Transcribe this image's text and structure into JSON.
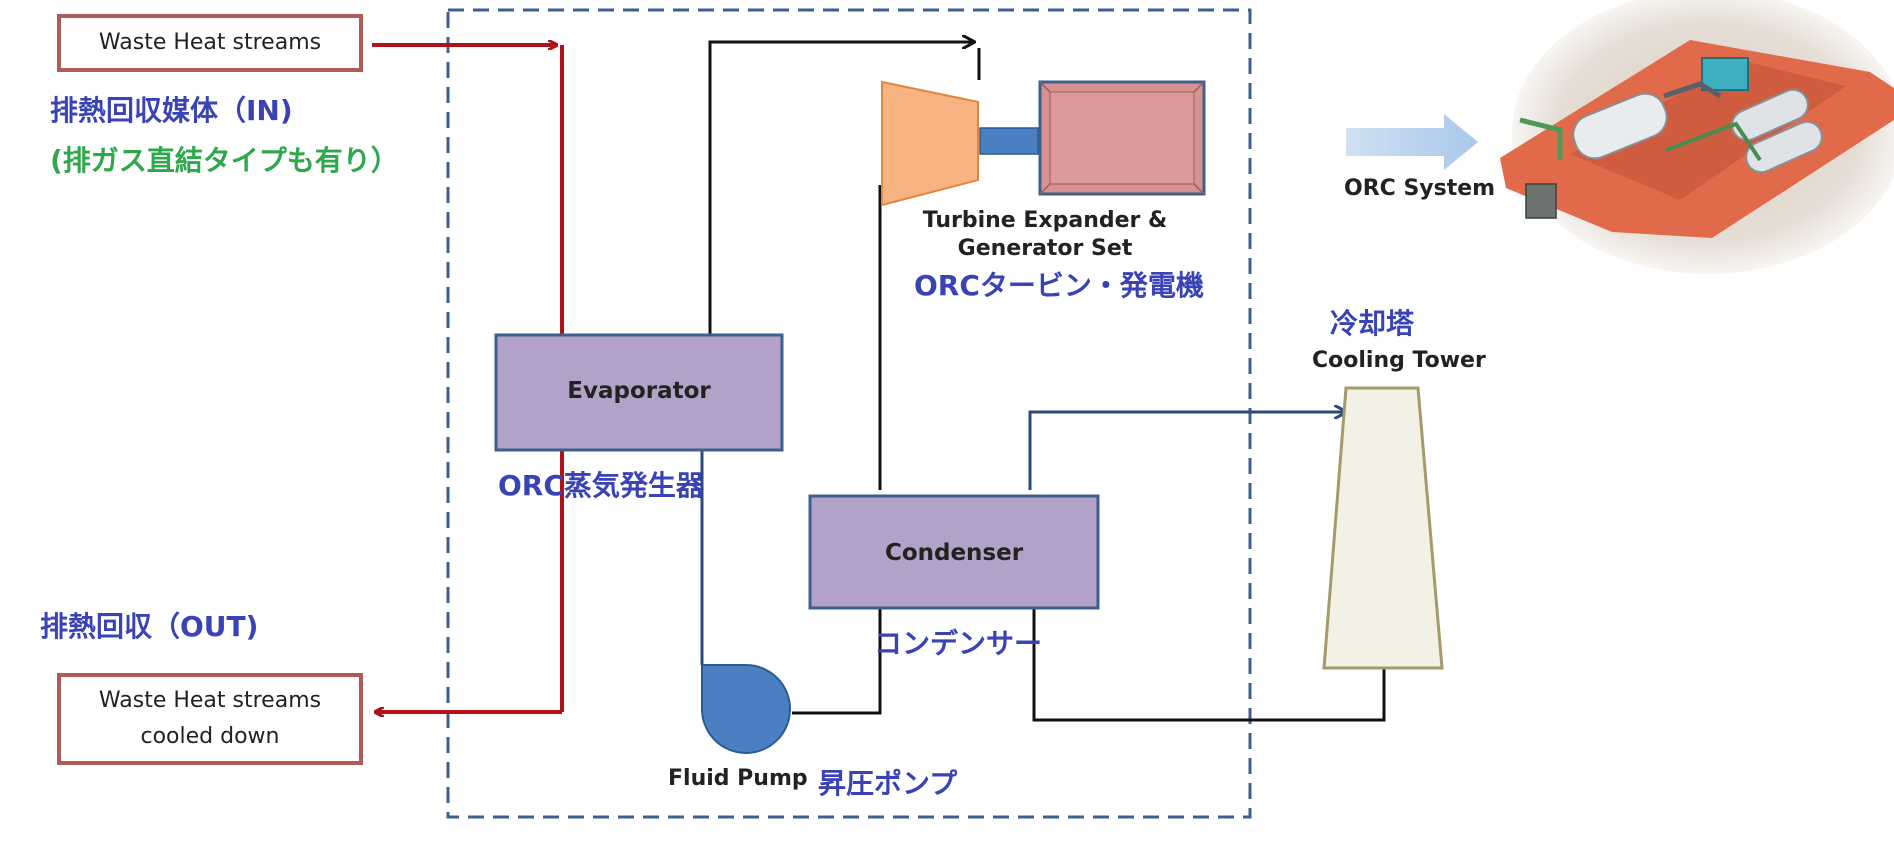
{
  "inputs": {
    "waste_in_label": "Waste Heat streams",
    "waste_out_label_line1": "Waste Heat streams",
    "waste_out_label_line2": "cooled down",
    "in_jp": "排熱回収媒体（IN)",
    "in_note_jp": "(排ガス直結タイプも有り）",
    "out_jp": "排熱回収（OUT)"
  },
  "components": {
    "evaporator": "Evaporator",
    "evaporator_jp": "ORC蒸気発生器",
    "condenser": "Condenser",
    "condenser_jp": "コンデンサー",
    "turbine_line1": "Turbine Expander &",
    "turbine_line2": "Generator Set",
    "turbine_jp": "ORCタービン・発電機",
    "pump": "Fluid Pump",
    "pump_jp": "昇圧ポンプ",
    "cooling_tower_jp": "冷却塔",
    "cooling_tower": "Cooling Tower",
    "orc_system": "ORC System"
  },
  "colors": {
    "hot_stream": "#b0121a",
    "loop_line": "#111111",
    "water_line": "#2c4a7a",
    "box_fill": "#b2a2c8",
    "box_stroke": "#3e5f8c",
    "turbine_fill": "#f7b482",
    "generator_fill": "#d89090",
    "pump_fill": "#4a7fc1",
    "tower_fill": "#f3f1e6",
    "tower_stroke": "#a59a6a",
    "label_blue": "#3a43b6",
    "label_green": "#2ea84a",
    "dashed_border": "#3e5f8c"
  }
}
